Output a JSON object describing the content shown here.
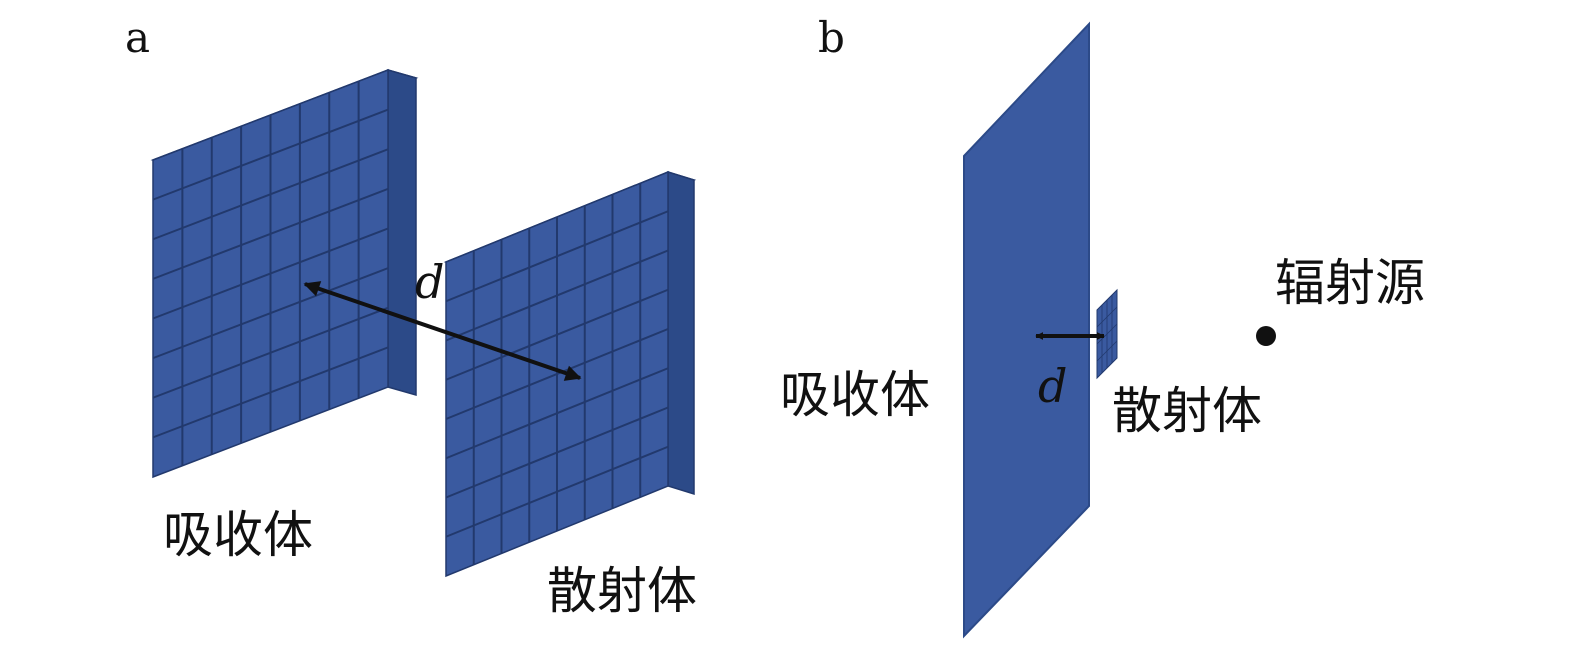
{
  "panel_a": {
    "label": "a",
    "absorber_label": "吸收体",
    "scatterer_label": "散射体",
    "distance_label": "d"
  },
  "panel_b": {
    "label": "b",
    "absorber_label": "吸收体",
    "scatterer_label": "散射体",
    "distance_label": "d",
    "source_label": "辐射源"
  },
  "colors": {
    "cube_front": "#3a5aa0",
    "cube_top": "#4f72b8",
    "cube_side": "#2c4a88",
    "grid_line": "#22396d",
    "arrow": "#111111"
  }
}
